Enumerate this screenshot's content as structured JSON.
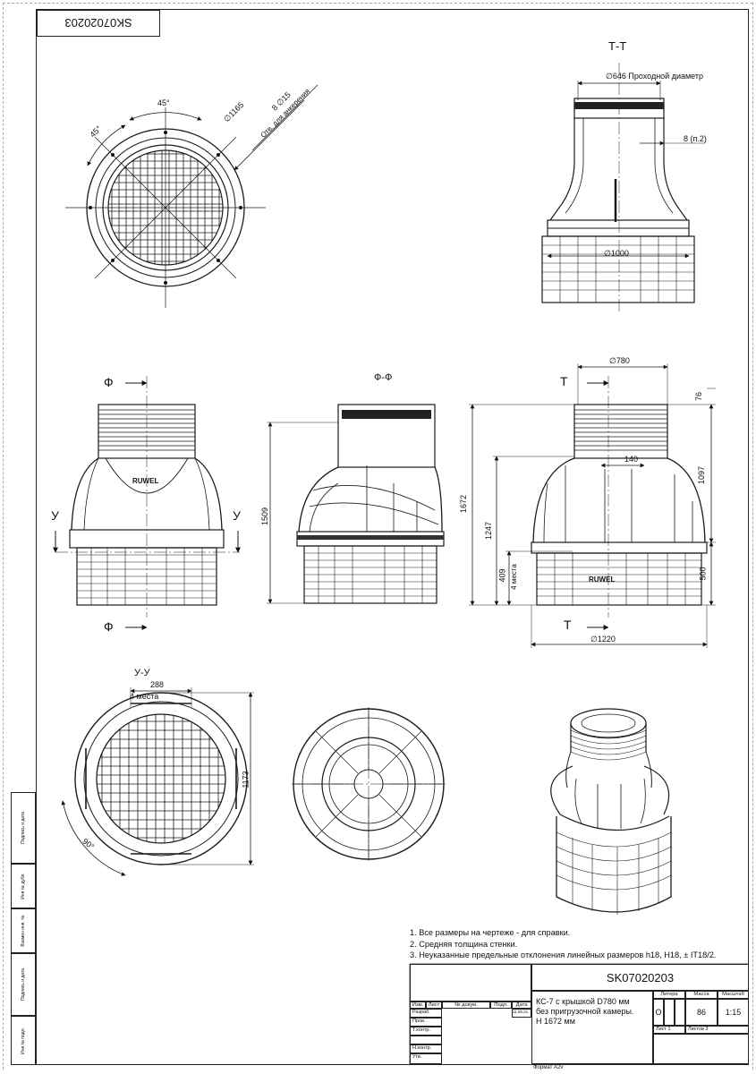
{
  "stamp": {
    "code": "SK07020203"
  },
  "sections": {
    "tt": "Т-Т",
    "ff": "Ф-Ф",
    "uu": "У-У",
    "f_mark": "Ф",
    "u_mark": "У",
    "t_mark": "Т"
  },
  "dims": {
    "pass_diameter": "∅646  Проходной диаметр",
    "wall": "8  (п.2)",
    "d1000": "∅1000",
    "d1165": "∅1165",
    "holes": "8  ∅15",
    "holes_note": "Отв. для анкерения",
    "angle45a": "45°",
    "angle45b": "45°",
    "h1509": "1509",
    "h1672": "1672",
    "h1247": "1247",
    "h409": "409",
    "four_places": "4 места",
    "d780": "∅780",
    "w140": "140",
    "h76": "76",
    "h1097": "1097",
    "h500": "500",
    "d1220": "∅1220",
    "w288": "288",
    "four_places2": "4 места",
    "h1173": "1173",
    "angle90": "90°"
  },
  "notes": [
    "1. Все размеры на чертеже - для справки.",
    "2. Средняя толщина стенки.",
    "3. Неуказанные предельные отклонения линейных размеров h18, H18, ± IT18/2."
  ],
  "title_block": {
    "code": "SK07020203",
    "desc_1": "КС-7 с крышкой D780 мм",
    "desc_2": "без пригрузочной камеры.",
    "desc_3": "Н 1672 мм",
    "h_litera": "Литера",
    "h_mass": "Масса",
    "h_scale": "Масштаб",
    "litera": "О",
    "mass": "86",
    "scale": "1:15",
    "sheet": "Лист 1",
    "sheets": "Листов 3",
    "izm": "Изм.",
    "list": "Лист",
    "doc": "№ докум.",
    "sign": "Подп.",
    "date": "Дата",
    "razrab": "Разраб.",
    "date_val": "11.05.21",
    "prov": "Пров.",
    "tkontr": "Т.контр.",
    "nkontr": "Н.контр.",
    "utv": "Утв."
  },
  "side_strip": [
    "Подпись и дата",
    "Инв.№ дубл.",
    "Взамен инв. №",
    "Подпись и дата",
    "Инв.№ подл."
  ],
  "format": "Формат А2v",
  "brand": "RUWEL"
}
